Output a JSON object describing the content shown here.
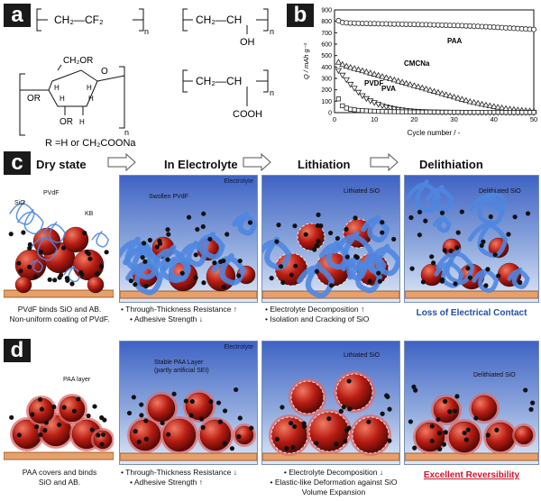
{
  "panel_letters": {
    "a": "a",
    "b": "b",
    "c": "c",
    "d": "d"
  },
  "structures": {
    "pvdf_main": "CH₂—CF₂",
    "pvdf_sub": "n",
    "pva_main": "CH₂—CH",
    "pva_oh": "OH",
    "pva_sub": "n",
    "paa_main": "CH₂—CH",
    "paa_cooh": "COOH",
    "paa_sub": "n",
    "cmc_ch2or": "CH₂OR",
    "cmc_or1": "OR",
    "cmc_or2": "OR",
    "cmc_o": "O",
    "cmc_h1": "H",
    "cmc_h2": "H",
    "cmc_h3": "H",
    "cmc_h4": "H",
    "cmc_h5": "H",
    "cmc_sub": "n",
    "r_def": "R =H or CH₂COONa"
  },
  "chart_data": {
    "type": "scatter",
    "xlabel": "Cycle number / -",
    "ylabel": "Q / mAh g⁻¹",
    "xlim": [
      0,
      50
    ],
    "ylim": [
      0,
      900
    ],
    "xticks": [
      0,
      10,
      20,
      30,
      40,
      50
    ],
    "yticks": [
      0,
      100,
      200,
      300,
      400,
      500,
      600,
      700,
      800,
      900
    ],
    "series": [
      {
        "name": "PAA",
        "marker": "circle",
        "x": [
          1,
          2,
          3,
          4,
          5,
          6,
          7,
          8,
          9,
          10,
          11,
          12,
          13,
          14,
          15,
          16,
          17,
          18,
          19,
          20,
          21,
          22,
          23,
          24,
          25,
          26,
          27,
          28,
          29,
          30,
          31,
          32,
          33,
          34,
          35,
          36,
          37,
          38,
          39,
          40,
          41,
          42,
          43,
          44,
          45,
          46,
          47,
          48,
          49,
          50
        ],
        "y": [
          805,
          790,
          787,
          785,
          784,
          783,
          782,
          781,
          780,
          780,
          779,
          778,
          778,
          777,
          776,
          776,
          775,
          774,
          774,
          773,
          772,
          771,
          771,
          770,
          769,
          768,
          767,
          766,
          765,
          764,
          763,
          762,
          760,
          759,
          757,
          756,
          754,
          753,
          751,
          749,
          747,
          745,
          743,
          741,
          739,
          737,
          735,
          733,
          731,
          729
        ]
      },
      {
        "name": "CMCNa",
        "marker": "triangle-up",
        "x": [
          1,
          2,
          3,
          4,
          5,
          6,
          7,
          8,
          9,
          10,
          11,
          12,
          13,
          14,
          15,
          16,
          17,
          18,
          19,
          20,
          21,
          22,
          23,
          24,
          25,
          26,
          27,
          28,
          29,
          30,
          31,
          32,
          33,
          34,
          35,
          36,
          37,
          38,
          39,
          40,
          41,
          42,
          43,
          44,
          45,
          46,
          47,
          48,
          49,
          50
        ],
        "y": [
          440,
          420,
          405,
          395,
          385,
          375,
          365,
          355,
          345,
          335,
          325,
          315,
          305,
          295,
          285,
          275,
          265,
          255,
          245,
          235,
          225,
          215,
          205,
          195,
          185,
          175,
          165,
          155,
          145,
          135,
          125,
          115,
          105,
          95,
          88,
          80,
          72,
          65,
          58,
          52,
          46,
          40,
          35,
          30,
          26,
          22,
          19,
          16,
          14,
          12
        ]
      },
      {
        "name": "PVDF",
        "marker": "triangle-down",
        "x": [
          1,
          2,
          3,
          4,
          5,
          6,
          7,
          8,
          9,
          10,
          11,
          12,
          13,
          14,
          15,
          16,
          17,
          18,
          19,
          20,
          21,
          22,
          23,
          24,
          25,
          26,
          27,
          28,
          29,
          30,
          31,
          32,
          33,
          34,
          35,
          36,
          37,
          38,
          39,
          40,
          41,
          42,
          43,
          44,
          45,
          46,
          47,
          48,
          49,
          50
        ],
        "y": [
          370,
          330,
          290,
          250,
          215,
          180,
          150,
          125,
          105,
          90,
          75,
          62,
          52,
          43,
          36,
          30,
          25,
          21,
          18,
          15,
          13,
          11,
          10,
          9,
          8,
          7,
          6,
          6,
          5,
          5,
          5,
          4,
          4,
          4,
          4,
          3,
          3,
          3,
          3,
          3,
          3,
          3,
          3,
          3,
          2,
          2,
          2,
          2,
          2,
          2
        ]
      },
      {
        "name": "PVA",
        "marker": "square",
        "x": [
          1,
          2,
          3,
          4,
          5,
          6,
          7,
          8,
          9,
          10,
          11,
          12,
          13,
          14,
          15,
          16,
          17,
          18,
          19,
          20,
          21,
          22,
          23,
          24,
          25,
          26,
          27,
          28,
          29,
          30,
          31,
          32,
          33,
          34,
          35,
          36,
          37,
          38,
          39,
          40,
          41,
          42,
          43,
          44,
          45,
          46,
          47,
          48,
          49,
          50
        ],
        "y": [
          120,
          60,
          40,
          30,
          25,
          20,
          18,
          16,
          14,
          12,
          11,
          10,
          9,
          9,
          8,
          8,
          7,
          7,
          6,
          6,
          6,
          5,
          5,
          5,
          5,
          4,
          4,
          4,
          4,
          4,
          4,
          3,
          3,
          3,
          3,
          3,
          3,
          3,
          3,
          3,
          3,
          3,
          2,
          2,
          2,
          2,
          2,
          2,
          2,
          2
        ]
      }
    ]
  },
  "stages": {
    "dry": "Dry state",
    "electrolyte": "In Electrolyte",
    "lithiation": "Lithiation",
    "delithiation": "Delithiation"
  },
  "row_c": {
    "labels": {
      "sio": "SiO",
      "pvdf": "PVdF",
      "kb": "KB",
      "swollen": "Swollen PVdF",
      "lith_sio": "Lithiated SiO",
      "delith_sio": "Delithiated SiO",
      "electrolyte": "Electrolyte"
    },
    "cap1": [
      "PVdF binds SiO and AB.",
      "Non-uniform coating of PVdF."
    ],
    "cap2": [
      "• Through-Thickness Resistance ↑",
      "• Adhesive Strength ↓"
    ],
    "cap3": [
      "• Electrolyte Decomposition ↑",
      "• Isolation and Cracking of SiO"
    ],
    "cap4": "Loss of Electrical Contact"
  },
  "row_d": {
    "labels": {
      "paa_layer": "PAA layer",
      "stable_paa": "Stable PAA Layer",
      "stable_paa2": "(partly artificial SEI)",
      "lith_sio": "Lithiated SiO",
      "delith_sio": "Delithiated SiO",
      "electrolyte": "Electrolyte"
    },
    "cap1": [
      "PAA covers and binds",
      "SiO and AB."
    ],
    "cap2": [
      "• Through-Thickness Resistance ↓",
      "• Adhesive Strength ↑"
    ],
    "cap3": [
      "• Electrolyte Decomposition ↓",
      "• Elastic-like Deformation against SiO",
      "Volume Expansion"
    ],
    "cap4": "Excellent Reversibility"
  },
  "colors": {
    "sio": "#b81c12",
    "binder_blue": "#4f86e0",
    "paa": "#e06a6a",
    "substrate": "#e8a06a",
    "carbon": "#111111",
    "panel_top": "#3f63c4",
    "panel_bottom": "#dfe8f8",
    "accent_blue": "#1f4fa8",
    "accent_red": "#d0122a"
  }
}
